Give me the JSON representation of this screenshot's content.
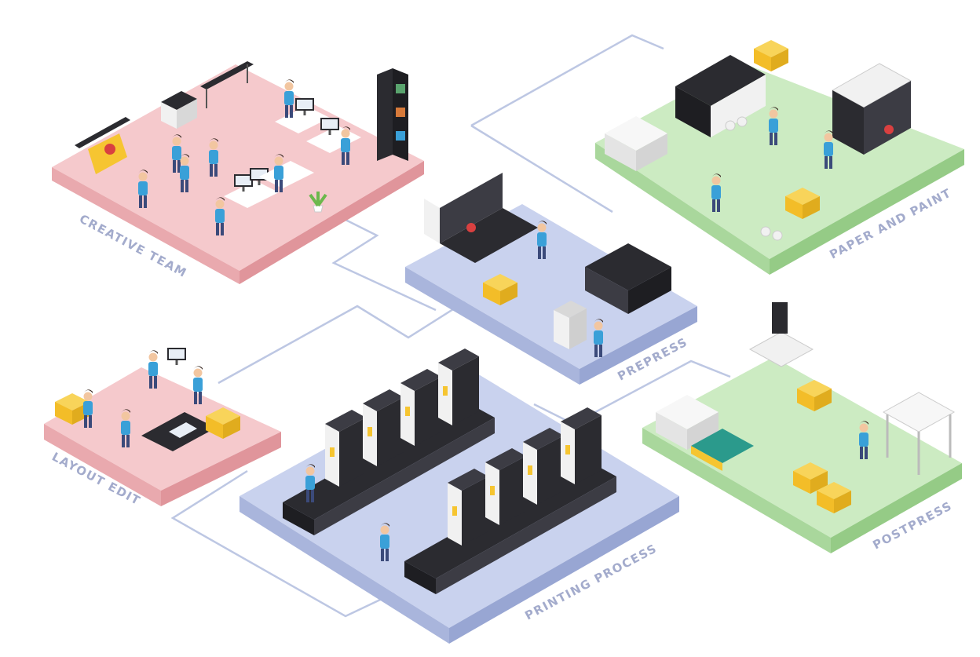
{
  "colors": {
    "background": "#ffffff",
    "pink_floor": "#f5c9cc",
    "pink_side": "#e9a9ae",
    "blue_floor": "#c9d2ee",
    "blue_side": "#a9b5dc",
    "green_floor": "#ccebc2",
    "green_side": "#a9d79c",
    "connector_line": "#bdc7e3",
    "label_text": "#a3abcc",
    "machine_dark": "#2b2b30",
    "machine_light": "#f1f1f1",
    "paper_yellow": "#f6c531"
  },
  "zones": [
    {
      "name": "creative-team",
      "label": "CREATIVE TEAM",
      "color": "pink"
    },
    {
      "name": "prepress",
      "label": "PREPRESS",
      "color": "blue"
    },
    {
      "name": "paper-and-paint",
      "label": "PAPER AND PAINT",
      "color": "green"
    },
    {
      "name": "layout-edit",
      "label": "LAYOUT EDIT",
      "color": "pink"
    },
    {
      "name": "printing-process",
      "label": "PRINTING PROCESS",
      "color": "blue"
    },
    {
      "name": "postpress",
      "label": "POSTPRESS",
      "color": "green"
    }
  ]
}
